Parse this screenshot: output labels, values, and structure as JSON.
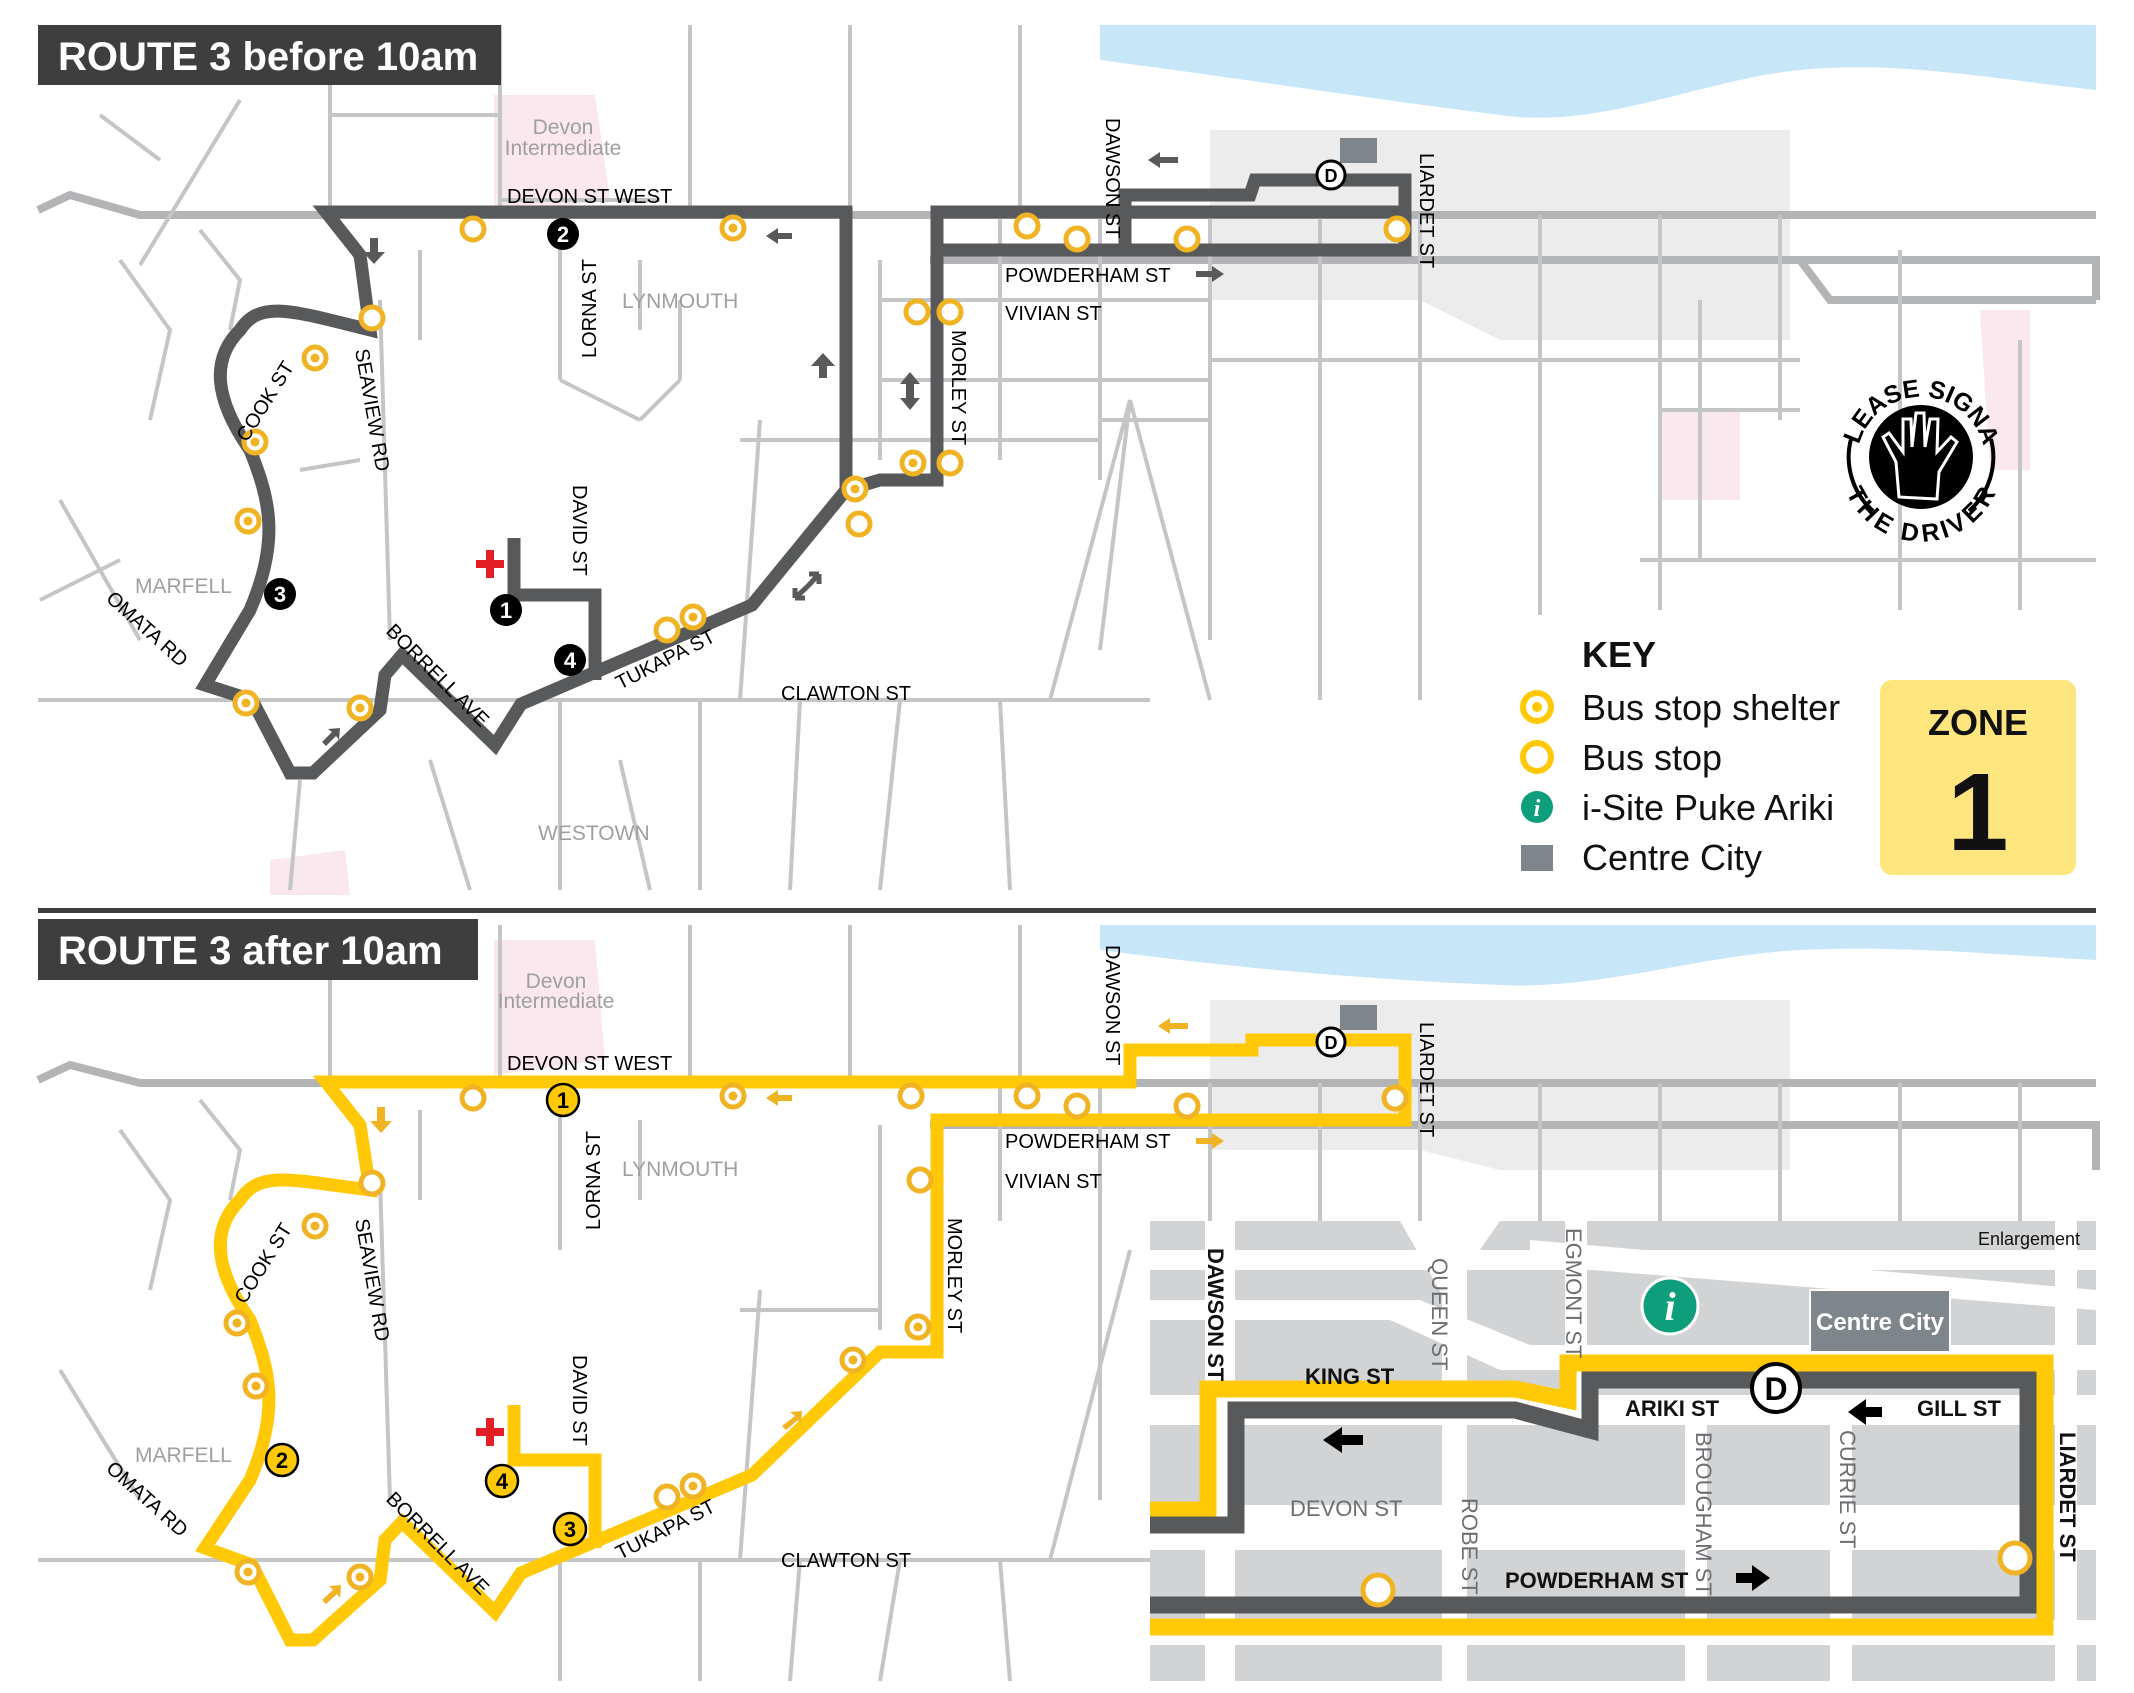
{
  "colors": {
    "route_before": "#58595b",
    "route_after": "#ffc907",
    "stop_ring": "#f0b323",
    "water": "#c7e6f7",
    "centre_city": "#7e868b",
    "isite": "#0f9e7b",
    "zone_bg": "#ffe57e",
    "hospital": "#e31e24",
    "school_area": "#fbe7ee"
  },
  "panels": [
    {
      "title": "ROUTE 3 before 10am",
      "route_color": "route_before",
      "numbered_stops": [
        "1",
        "2",
        "3",
        "4"
      ]
    },
    {
      "title": "ROUTE 3 after 10am",
      "route_color": "route_after",
      "numbered_stops": [
        "1",
        "2",
        "3",
        "4"
      ]
    }
  ],
  "map_labels": {
    "devon_intermediate_1": "Devon",
    "devon_intermediate_2": "Intermediate",
    "devon_st_west": "DEVON ST WEST",
    "lorna_st": "LORNA ST",
    "lynmouth": "LYNMOUTH",
    "seaview_rd": "SEAVIEW RD",
    "cook_st": "COOK ST",
    "marfell": "MARFELL",
    "omata_rd": "OMATA RD",
    "borrell_ave": "BORRELL AVE",
    "david_st": "DAVID ST",
    "tukapa_st": "TUKAPA ST",
    "clawton_st": "CLAWTON ST",
    "westown": "WESTOWN",
    "morley_st": "MORLEY ST",
    "vivian_st": "VIVIAN ST",
    "powderham_st": "POWDERHAM ST",
    "dawson_st": "DAWSON ST",
    "liardet_st": "LIARDET ST",
    "depot_marker": "D"
  },
  "badge": {
    "top_text": "PLEASE SIGNAL",
    "bottom_text": "THE DRIVER",
    "icon": "raised-hand-icon"
  },
  "key": {
    "title": "KEY",
    "items": [
      {
        "icon": "bus-stop-shelter-icon",
        "label": "Bus stop shelter"
      },
      {
        "icon": "bus-stop-icon",
        "label": "Bus stop"
      },
      {
        "icon": "isite-icon",
        "label": "i-Site Puke Ariki"
      },
      {
        "icon": "centre-city-icon",
        "label": "Centre City"
      }
    ]
  },
  "zone": {
    "label": "ZONE",
    "number": "1"
  },
  "enlargement": {
    "title": "Enlargement",
    "centre_city": "Centre City",
    "isite_glyph": "i",
    "depot_marker": "D",
    "streets": {
      "dawson_st": "DAWSON ST",
      "queen_st": "QUEEN ST",
      "egmont_st": "EGMONT ST",
      "king_st": "KING ST",
      "ariki_st": "ARIKI ST",
      "gill_st": "GILL ST",
      "devon_st": "DEVON ST",
      "robe_st": "ROBE ST",
      "brougham_st": "BROUGHAM ST",
      "currie_st": "CURRIE ST",
      "powderham_st": "POWDERHAM ST",
      "liardet_st": "LIARDET ST"
    }
  }
}
